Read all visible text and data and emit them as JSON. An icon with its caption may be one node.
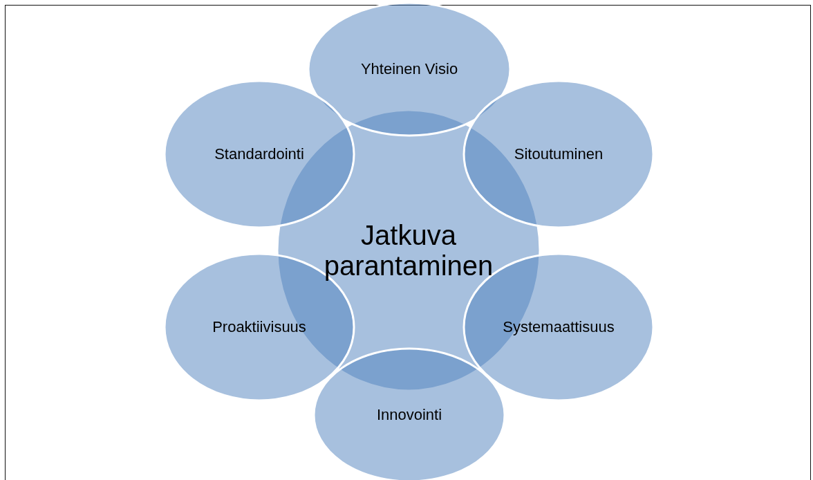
{
  "diagram": {
    "nodes": [
      {
        "text": [
          "Jatkuva parantaminen"
        ]
      },
      {
        "text": [
          "Yhteinen Visio"
        ]
      },
      {
        "text": [
          "Standardointi"
        ]
      },
      {
        "text": [
          "Sitoutuminen"
        ]
      },
      {
        "text": [
          "Proaktiivisuus"
        ]
      },
      {
        "text": [
          "Systemaattisuus"
        ]
      },
      {
        "text": [
          "Innovointi"
        ]
      }
    ]
  }
}
